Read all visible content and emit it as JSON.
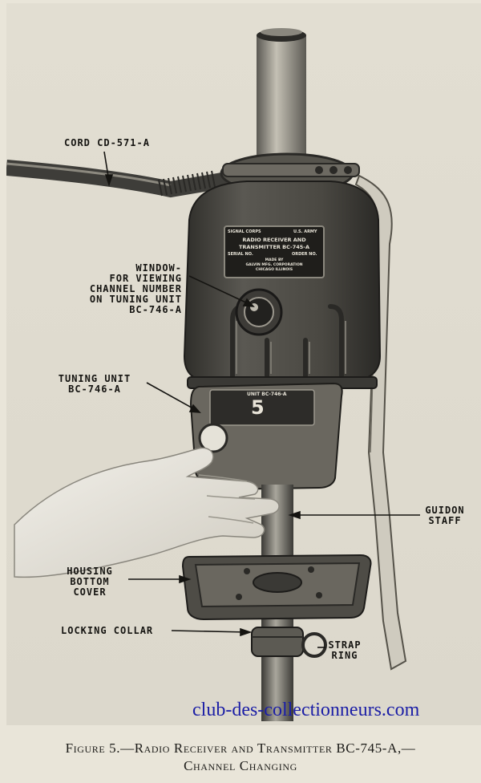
{
  "labels": {
    "cord": "CORD CD-571-A",
    "window_lines": [
      "WINDOW-",
      "FOR VIEWING",
      "CHANNEL NUMBER",
      "ON TUNING UNIT",
      "BC-746-A"
    ],
    "tuning_unit_lines": [
      "TUNING UNIT",
      "BC-746-A"
    ],
    "guidon_staff_lines": [
      "GUIDON",
      "STAFF"
    ],
    "housing_lines": [
      "HOUSING",
      "BOTTOM",
      "COVER"
    ],
    "locking_collar": "LOCKING COLLAR",
    "strap_ring_lines": [
      "STRAP",
      "RING"
    ]
  },
  "nameplate": {
    "line1_left": "SIGNAL CORPS",
    "line1_right": "U.S. ARMY",
    "title_lines": [
      "RADIO RECEIVER AND",
      "TRANSMITTER BC-745-A"
    ],
    "serial_left": "SERIAL NO.",
    "serial_right": "ORDER NO.",
    "maker_lines": [
      "MADE BY",
      "GALVIN MFG. CORPORATION",
      "CHICAGO ILLINOIS"
    ]
  },
  "tuning_plate": {
    "heading": "UNIT BC-746-A",
    "channel_number": "5"
  },
  "watermark": "club-des-collectionneurs.com",
  "caption": {
    "line1": "Figure 5.—Radio Receiver and Transmitter BC-745-A,—",
    "line2": "Channel Changing"
  },
  "colors": {
    "paper": "#e9e5d9",
    "housing": "#4a4842",
    "watermark": "#1b1ea6"
  }
}
